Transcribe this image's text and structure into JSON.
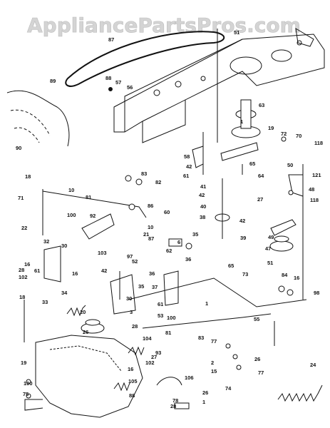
{
  "watermark": "AppliancePartsPros.com",
  "callouts": [
    "87",
    "51",
    "88",
    "57",
    "56",
    "89",
    "63",
    "1",
    "19",
    "72",
    "70",
    "118",
    "90",
    "58",
    "42",
    "65",
    "50",
    "61",
    "64",
    "121",
    "48",
    "18",
    "83",
    "82",
    "10",
    "71",
    "81",
    "41",
    "42",
    "118",
    "40",
    "27",
    "86",
    "60",
    "100",
    "38",
    "42",
    "22",
    "92",
    "10",
    "21",
    "87",
    "39",
    "6",
    "35",
    "49",
    "47",
    "32",
    "30",
    "103",
    "97",
    "28",
    "61",
    "52",
    "62",
    "36",
    "51",
    "16",
    "102",
    "16",
    "42",
    "36",
    "35",
    "84",
    "16",
    "18",
    "33",
    "34",
    "37",
    "65",
    "73",
    "30",
    "61",
    "53",
    "100",
    "98",
    "28",
    "3",
    "1",
    "26",
    "20",
    "55",
    "81",
    "24",
    "104",
    "27",
    "77",
    "26",
    "19",
    "16",
    "102",
    "83",
    "2",
    "93",
    "105",
    "106",
    "15",
    "77",
    "100",
    "88",
    "74",
    "75",
    "78",
    "28",
    "26",
    "1"
  ]
}
